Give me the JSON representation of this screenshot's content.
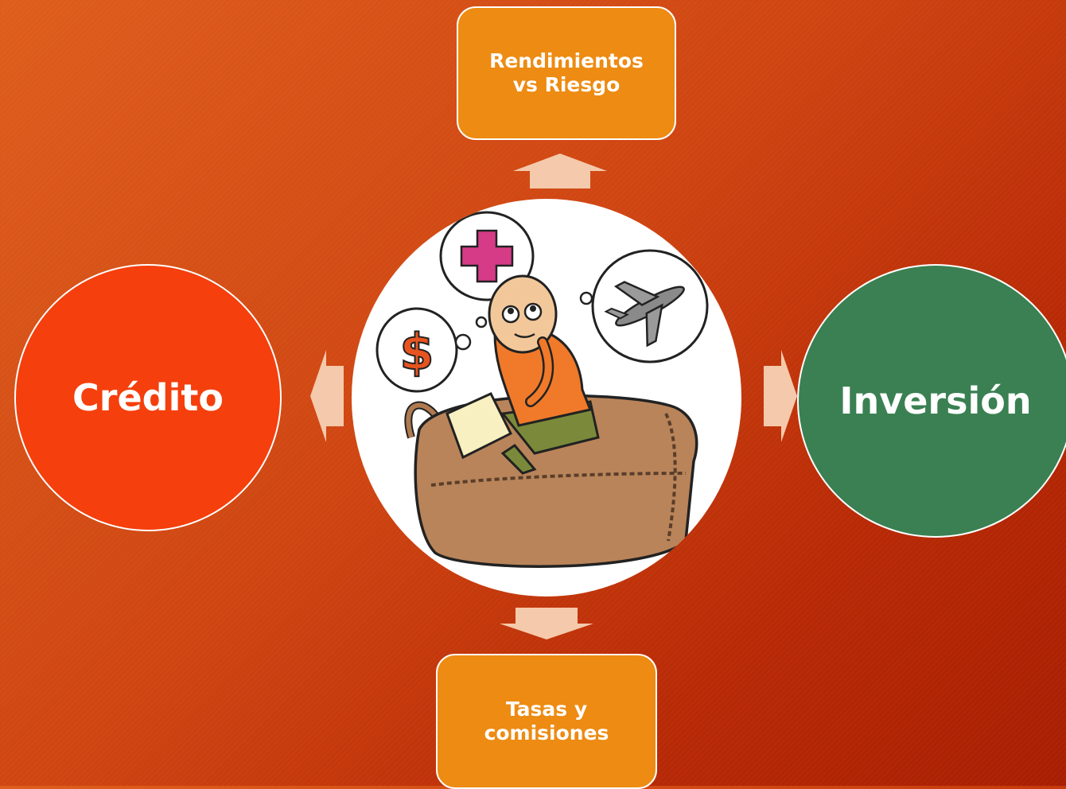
{
  "diagram": {
    "top_box": {
      "label": "Rendimientos\nvs Riesgo"
    },
    "bottom_box": {
      "label": "Tasas y\ncomisiones"
    },
    "left_circle": {
      "label": "Crédito"
    },
    "right_circle": {
      "label": "Inversión"
    },
    "center_image": {
      "icons": [
        "dollar-icon",
        "medical-cross-icon",
        "airplane-icon",
        "suitcase-icon"
      ]
    }
  },
  "colors": {
    "box": "#ed8b12",
    "credit": "#f53f0c",
    "investment": "#3a8052",
    "arrow": "#f5c9ab"
  }
}
